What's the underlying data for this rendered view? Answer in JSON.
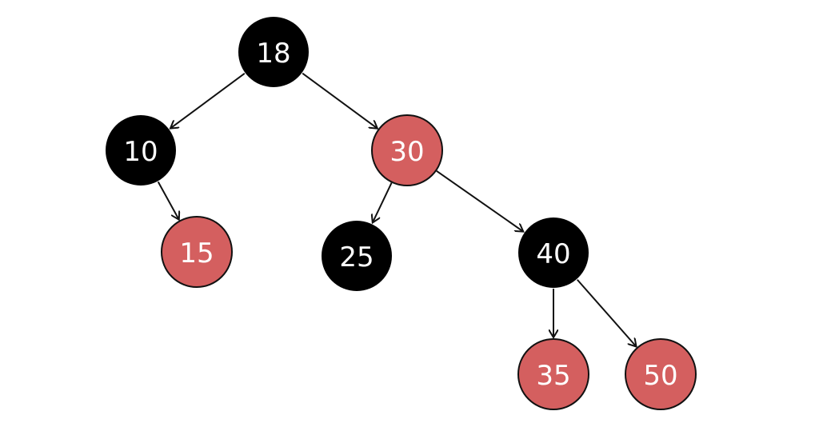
{
  "colors": {
    "black_node": "#000000",
    "red_node": "#d45f5f",
    "red_node_stroke": "#111111",
    "edge": "#111111",
    "label": "#ffffff"
  },
  "nodes": [
    {
      "id": "n18",
      "label": "18",
      "color": "black"
    },
    {
      "id": "n10",
      "label": "10",
      "color": "black"
    },
    {
      "id": "n30",
      "label": "30",
      "color": "red"
    },
    {
      "id": "n15",
      "label": "15",
      "color": "red"
    },
    {
      "id": "n25",
      "label": "25",
      "color": "black"
    },
    {
      "id": "n40",
      "label": "40",
      "color": "black"
    },
    {
      "id": "n35",
      "label": "35",
      "color": "red"
    },
    {
      "id": "n50",
      "label": "50",
      "color": "red"
    }
  ],
  "edges": [
    {
      "from": "n18",
      "to": "n10"
    },
    {
      "from": "n18",
      "to": "n30"
    },
    {
      "from": "n10",
      "to": "n15"
    },
    {
      "from": "n30",
      "to": "n25"
    },
    {
      "from": "n30",
      "to": "n40"
    },
    {
      "from": "n40",
      "to": "n35"
    },
    {
      "from": "n40",
      "to": "n50"
    }
  ]
}
